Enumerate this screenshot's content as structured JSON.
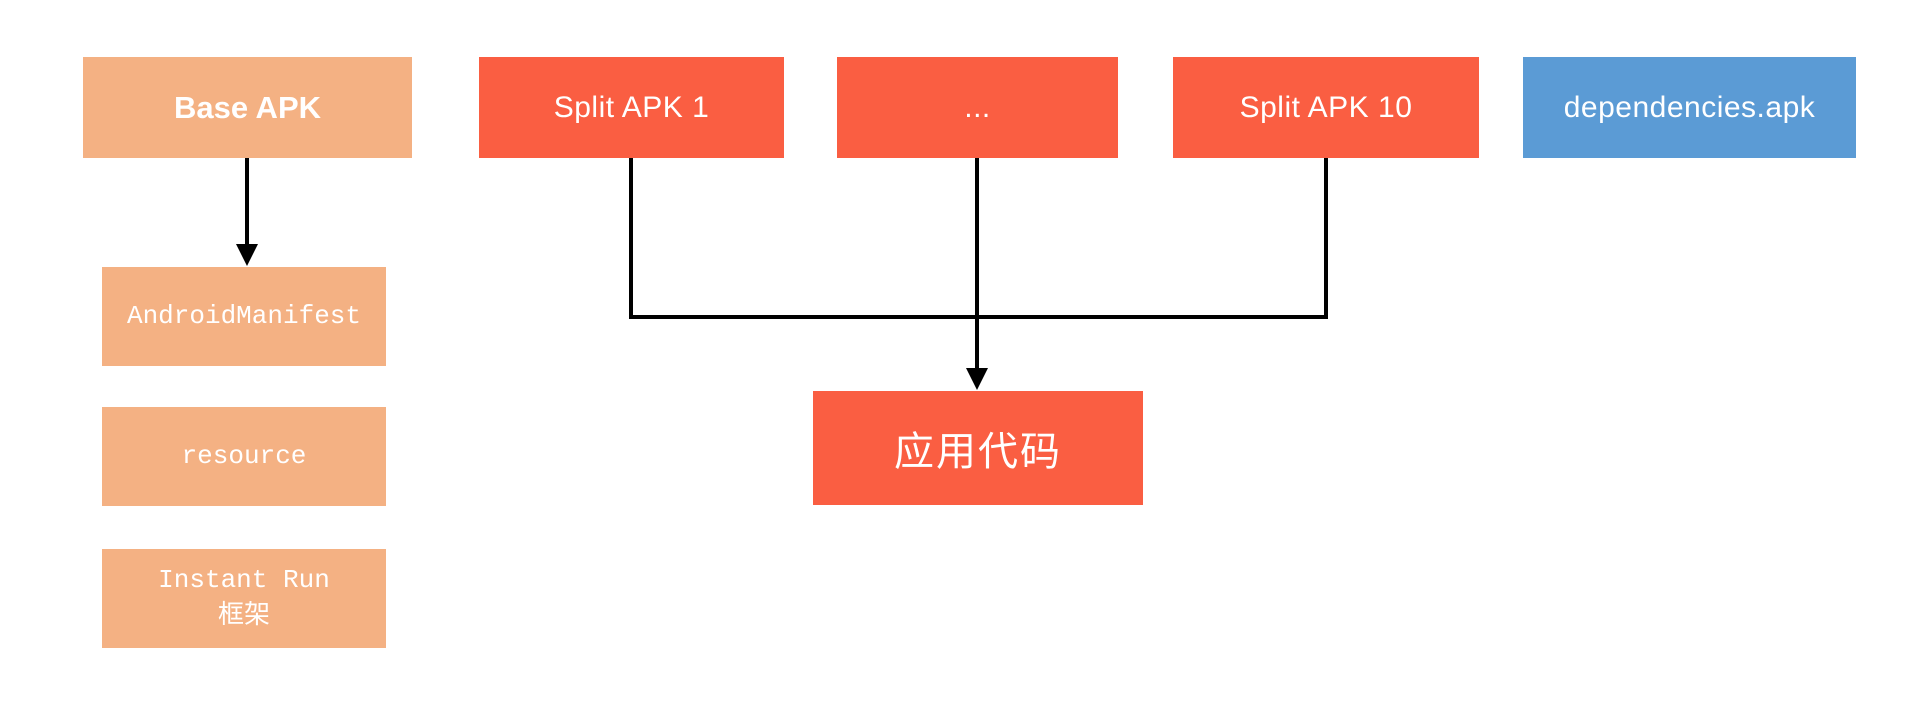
{
  "diagram": {
    "background_color": "#ffffff",
    "colors": {
      "base_apk_orange": "#f4b183",
      "split_apk_red": "#fa5e42",
      "dependencies_blue": "#5b9bd5",
      "connector_black": "#000000",
      "label_text": "#ffffff"
    },
    "nodes": {
      "base_apk": {
        "label": "Base APK"
      },
      "split_apk_1": {
        "label": "Split APK 1"
      },
      "ellipsis": {
        "label": "..."
      },
      "split_apk_10": {
        "label": "Split APK 10"
      },
      "dependencies_apk": {
        "label": "dependencies.apk"
      },
      "android_manifest": {
        "label": "AndroidManifest"
      },
      "resource": {
        "label": "resource"
      },
      "instant_run": {
        "label": "Instant Run\n框架"
      },
      "app_code": {
        "label": "应用代码"
      }
    },
    "edges": [
      {
        "from": "base_apk",
        "to": "android_manifest",
        "type": "arrow"
      },
      {
        "from": "split_apk_1",
        "to": "app_code",
        "type": "arrow-merged"
      },
      {
        "from": "ellipsis",
        "to": "app_code",
        "type": "arrow-merged"
      },
      {
        "from": "split_apk_10",
        "to": "app_code",
        "type": "arrow-merged"
      }
    ]
  }
}
